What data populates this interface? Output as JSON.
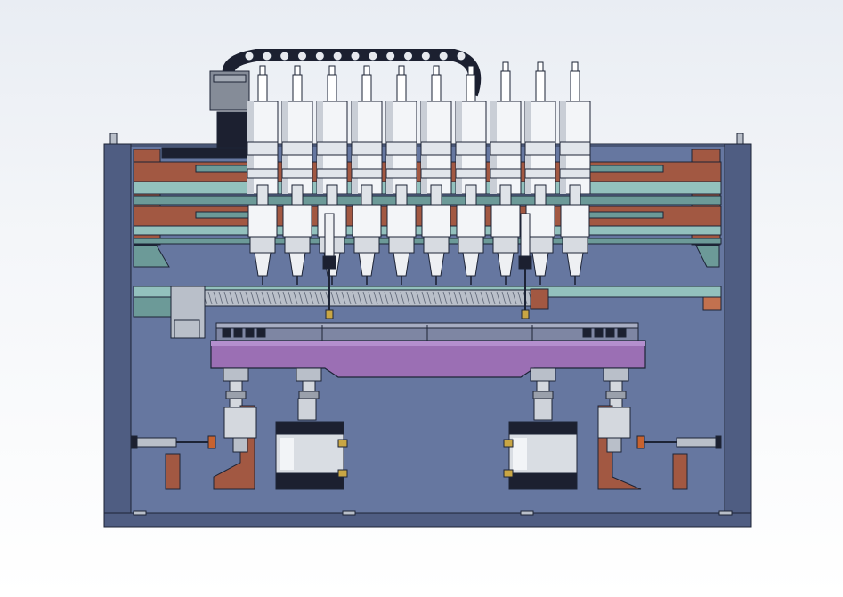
{
  "view": {
    "background_top": "#e9edf3",
    "background_bottom": "#ffffff"
  },
  "colors": {
    "frame": "#6677a0",
    "frame_edge": "#1d2436",
    "frame_dark": "#4f5d82",
    "rust": "#a25842",
    "rust_light": "#c2714f",
    "teal": "#6c9a98",
    "teal_light": "#93c1bd",
    "cylinder_white": "#f3f5f8",
    "cylinder_shade": "#c9ced6",
    "purple": "#9b6fb4",
    "purple_light": "#b48fce",
    "silver": "#b9bfc9",
    "dark_band": "#1c2030",
    "gold": "#c9a644",
    "orange_strip": "#c7622f"
  },
  "machine": {
    "spindle_count": 10,
    "cable_chain_links": 13,
    "lift_cylinders": 2,
    "side_actuators": 2,
    "support_posts": 4
  }
}
